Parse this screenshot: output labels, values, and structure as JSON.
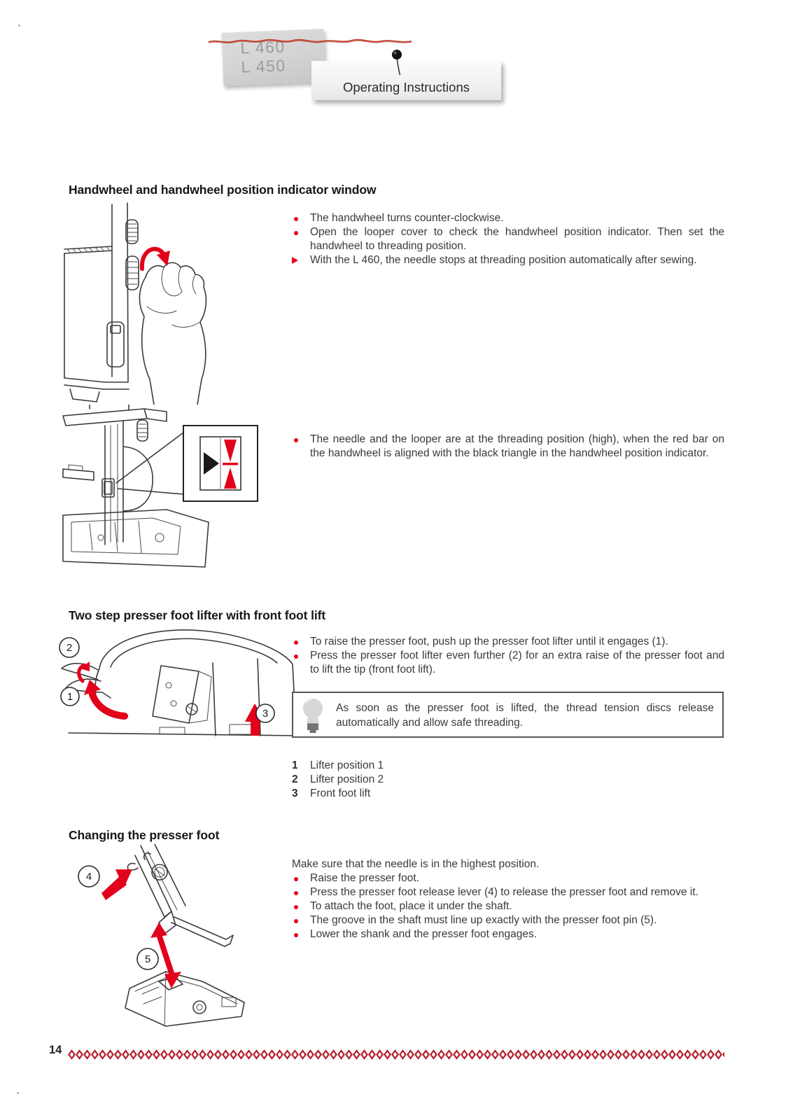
{
  "header": {
    "models": [
      "L 460",
      "L 450"
    ],
    "tab_label": "Operating Instructions"
  },
  "sections": {
    "handwheel": {
      "title": "Handwheel and handwheel position indicator window",
      "bullets": [
        "The handwheel turns counter-clockwise.",
        "Open the looper cover to check the handwheel position indicator. Then set the handwheel to threading position.",
        "With the L 460, the needle stops at threading position automatically after sewing."
      ],
      "indicator_note": "The needle and the looper are at the threading position (high), when the red bar on the handwheel is aligned with the black triangle in the handwheel position indicator."
    },
    "presser_lifter": {
      "title": "Two step presser foot lifter with front foot lift",
      "bullets": [
        "To raise the presser foot, push up the presser foot lifter until it engages (1).",
        "Press the presser foot lifter even further (2) for an extra raise of the presser foot and to lift the tip (front foot lift)."
      ],
      "tip": "As soon as the presser foot is lifted, the thread tension discs release automatically and allow safe threading.",
      "legend": [
        {
          "num": "1",
          "label": "Lifter position 1"
        },
        {
          "num": "2",
          "label": "Lifter position 2"
        },
        {
          "num": "3",
          "label": "Front foot lift"
        }
      ]
    },
    "changing_foot": {
      "title": "Changing the presser foot",
      "intro": "Make sure that the needle is in the highest position.",
      "bullets": [
        "Raise the presser foot.",
        "Press the presser foot release lever (4) to release the presser foot and remove it.",
        "To attach the foot, place it under the shaft.",
        "The groove in the shaft must line up exactly with the presser foot pin (5).",
        "Lower the shank and the presser foot engages."
      ]
    }
  },
  "callouts": {
    "c1": "1",
    "c2": "2",
    "c3": "3",
    "c4": "4",
    "c5": "5"
  },
  "page": {
    "number": "14"
  },
  "colors": {
    "accent_red": "#e2001a",
    "stitch_red": "#b5222f",
    "body_text": "#3a3a39"
  }
}
